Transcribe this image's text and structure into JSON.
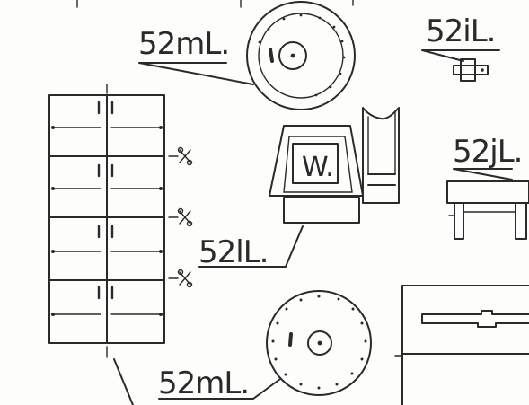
{
  "labels": {
    "label_52m_top": "52mL.",
    "label_52i": "52iL.",
    "label_52j": "52jL.",
    "label_52l": "52lL.",
    "label_52m_bottom": "52mL.",
    "console_letter": "W."
  }
}
